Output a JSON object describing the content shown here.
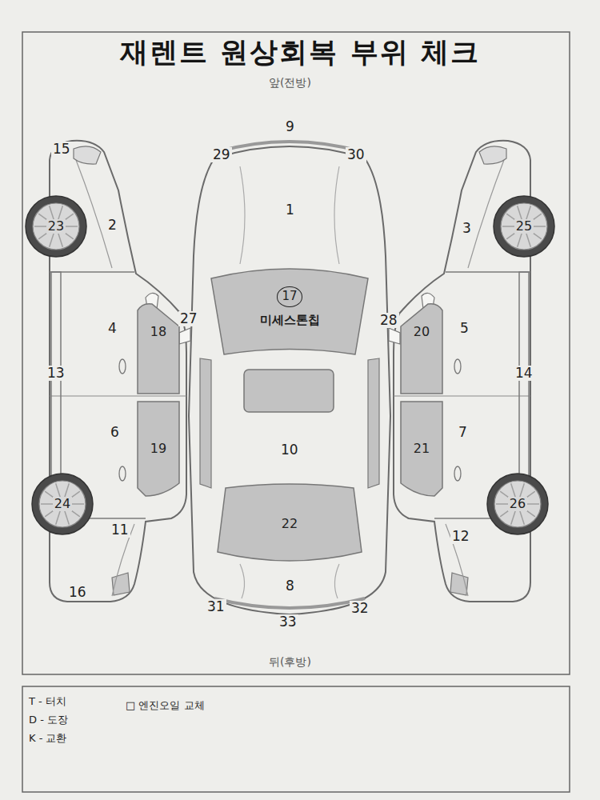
{
  "diagram": {
    "title": "재렌트 원상회복 부위 체크",
    "nodes": [
      {
        "text": [
          "23"
        ]
      },
      {
        "text": [
          "25"
        ]
      },
      {
        "text": [
          "17",
          "미세스톤칩"
        ]
      },
      {
        "text": [
          "18"
        ]
      },
      {
        "text": [
          "20"
        ]
      },
      {
        "text": [
          "19"
        ]
      },
      {
        "text": [
          "21"
        ]
      },
      {
        "text": [
          "24"
        ]
      },
      {
        "text": [
          "26"
        ]
      },
      {
        "text": [
          "22"
        ]
      }
    ],
    "labels": [
      "앞(전방)",
      "9",
      "15",
      "29",
      "30",
      "2",
      "1",
      "3",
      "27",
      "28",
      "4",
      "5",
      "13",
      "14",
      "6",
      "7",
      "10",
      "11",
      "12",
      "8",
      "16",
      "31",
      "32",
      "33",
      "뒤(후방)",
      "□ 엔진오일 교체"
    ],
    "legend": [
      {
        "text": "T - 터치"
      },
      {
        "text": "D - 도장"
      },
      {
        "text": "K - 교환"
      }
    ]
  }
}
